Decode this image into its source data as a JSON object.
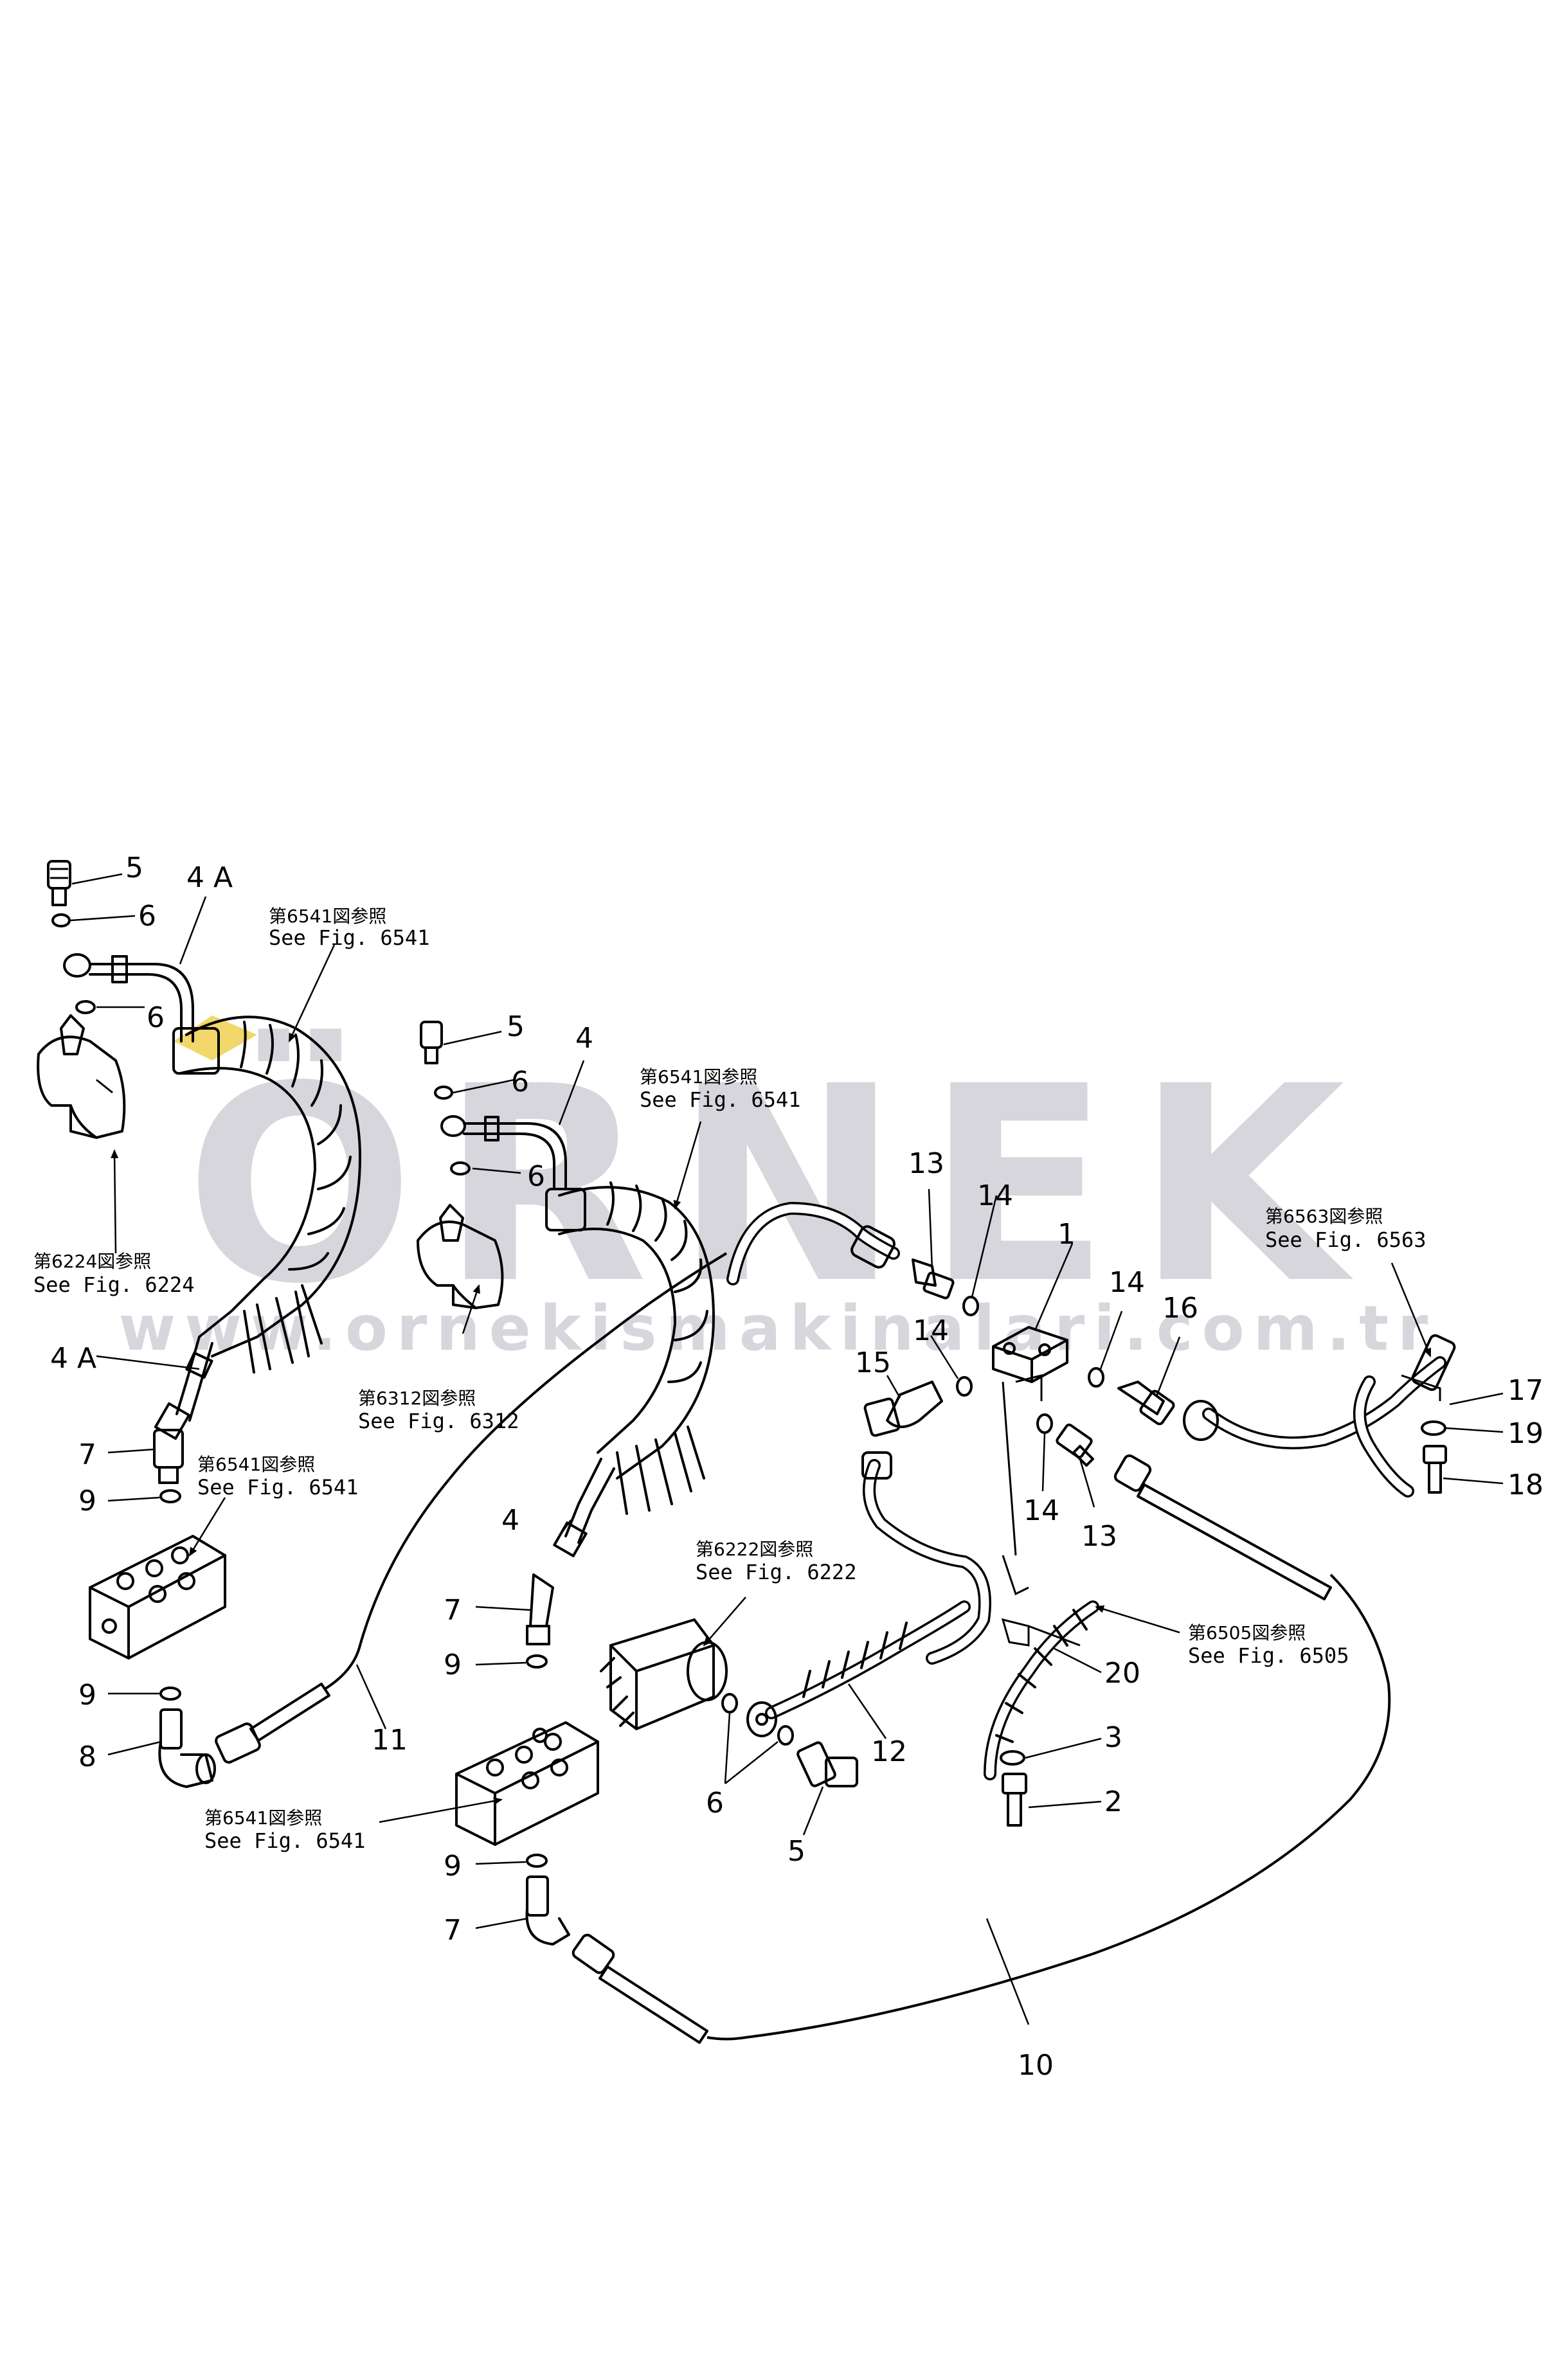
{
  "watermark": {
    "brand": "ÖRNEK",
    "url": "www.ornekismakinalari.com.tr",
    "color_main": "#d6d6dc",
    "color_accent": "#f0d050"
  },
  "part_numbers": [
    "1",
    "2",
    "3",
    "4",
    "4A",
    "5",
    "6",
    "7",
    "8",
    "9",
    "10",
    "11",
    "12",
    "13",
    "14",
    "15",
    "16",
    "17",
    "18",
    "19",
    "20"
  ],
  "callouts": {
    "c1": "1",
    "c2": "2",
    "c3": "3",
    "c4a": "4",
    "c4b": "4",
    "c4Aa": "4 A",
    "c4Ab": "4 A",
    "c5a": "5",
    "c5b": "5",
    "c5c": "5",
    "c6a": "6",
    "c6b": "6",
    "c6c": "6",
    "c6d": "6",
    "c6e": "6",
    "c7a": "7",
    "c7b": "7",
    "c7c": "7",
    "c8": "8",
    "c9a": "9",
    "c9b": "9",
    "c9c": "9",
    "c9d": "9",
    "c10": "10",
    "c11": "11",
    "c12": "12",
    "c13a": "13",
    "c13b": "13",
    "c14a": "14",
    "c14b": "14",
    "c14c": "14",
    "c14d": "14",
    "c15": "15",
    "c16": "16",
    "c17": "17",
    "c18": "18",
    "c19": "19",
    "c20": "20"
  },
  "figure_refs": {
    "r6541a": {
      "jp": "第6541図参照",
      "en": "See  Fig. 6541"
    },
    "r6541b": {
      "jp": "第6541図参照",
      "en": "See  Fig. 6541"
    },
    "r6541c": {
      "jp": "第6541図参照",
      "en": "See  Fig. 6541"
    },
    "r6541d": {
      "jp": "第6541図参照",
      "en": "See  Fig. 6541"
    },
    "r6224": {
      "jp": "第6224図参照",
      "en": "See  Fig. 6224"
    },
    "r6312": {
      "jp": "第6312図参照",
      "en": "See  Fig. 6312"
    },
    "r6222": {
      "jp": "第6222図参照",
      "en": "See  Fig. 6222"
    },
    "r6505": {
      "jp": "第6505図参照",
      "en": "See  Fig. 6505"
    },
    "r6563": {
      "jp": "第6563図参照",
      "en": "See  Fig. 6563"
    }
  }
}
